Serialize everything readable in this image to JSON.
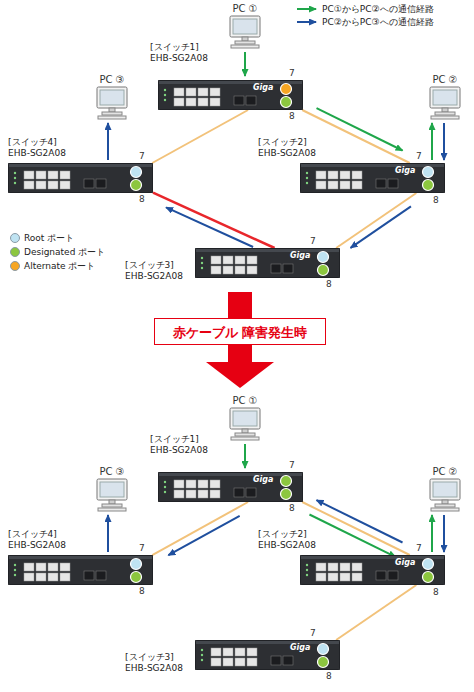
{
  "diagram": {
    "nodes": [
      {
        "text": [
          "PC ①"
        ]
      },
      {
        "text": [
          "[スイッチ1]",
          "EHB-SG2A08"
        ]
      },
      {
        "text": [
          "PC ③"
        ]
      },
      {
        "text": [
          "PC ②"
        ]
      },
      {
        "text": [
          "[スイッチ4]",
          "EHB-SG2A08"
        ]
      },
      {
        "text": [
          "[スイッチ2]",
          "EHB-SG2A08"
        ]
      },
      {
        "text": [
          "[スイッチ3]",
          "EHB-SG2A08"
        ]
      },
      {
        "text": [
          "赤ケーブル 障害発生時"
        ]
      },
      {
        "text": [
          "PC ①"
        ]
      },
      {
        "text": [
          "[スイッチ1]",
          "EHB-SG2A08"
        ]
      },
      {
        "text": [
          "PC ③"
        ]
      },
      {
        "text": [
          "PC ②"
        ]
      },
      {
        "text": [
          "[スイッチ4]",
          "EHB-SG2A08"
        ]
      },
      {
        "text": [
          "[スイッチ2]",
          "EHB-SG2A08"
        ]
      },
      {
        "text": [
          "[スイッチ3]",
          "EHB-SG2A08"
        ]
      }
    ],
    "edges": [
      {
        "from": 1,
        "to": 4,
        "arrow": "none"
      },
      {
        "from": 1,
        "to": 5,
        "arrow": "none"
      },
      {
        "from": 5,
        "to": 6,
        "arrow": "none"
      },
      {
        "from": 6,
        "to": 4,
        "arrow": "none"
      },
      {
        "from": 0,
        "to": 1,
        "arrow": "to"
      },
      {
        "from": 1,
        "to": 5,
        "arrow": "to"
      },
      {
        "from": 5,
        "to": 3,
        "arrow": "to"
      },
      {
        "from": 3,
        "to": 5,
        "arrow": "to"
      },
      {
        "from": 5,
        "to": 6,
        "arrow": "to"
      },
      {
        "from": 6,
        "to": 4,
        "arrow": "to"
      },
      {
        "from": 4,
        "to": 2,
        "arrow": "to"
      },
      {
        "from": 9,
        "to": 12,
        "arrow": "none"
      },
      {
        "from": 9,
        "to": 13,
        "arrow": "none"
      },
      {
        "from": 13,
        "to": 14,
        "arrow": "none"
      },
      {
        "from": 8,
        "to": 9,
        "arrow": "to"
      },
      {
        "from": 9,
        "to": 13,
        "arrow": "to"
      },
      {
        "from": 13,
        "to": 11,
        "arrow": "to"
      },
      {
        "from": 11,
        "to": 13,
        "arrow": "to"
      },
      {
        "from": 13,
        "to": 9,
        "arrow": "to"
      },
      {
        "from": 9,
        "to": 12,
        "arrow": "to"
      },
      {
        "from": 12,
        "to": 10,
        "arrow": "to"
      }
    ],
    "labels": [
      "7",
      "8",
      "Giga",
      "7",
      "8",
      "7",
      "8",
      "Giga",
      "7",
      "8",
      "Giga",
      "7",
      "8",
      "Giga",
      "7",
      "8",
      "7",
      "8",
      "Giga",
      "7",
      "8",
      "Giga"
    ],
    "legend": [
      {
        "text": "PC①からPC②への通信経路"
      },
      {
        "text": "PC②からPC③への通信経路"
      },
      {
        "text": "Root ポート",
        "color": "#bfe3f2"
      },
      {
        "text": "Designated ポート",
        "color": "#8cc63f"
      },
      {
        "text": "Alternate ポート",
        "color": "#f6a623"
      }
    ]
  }
}
